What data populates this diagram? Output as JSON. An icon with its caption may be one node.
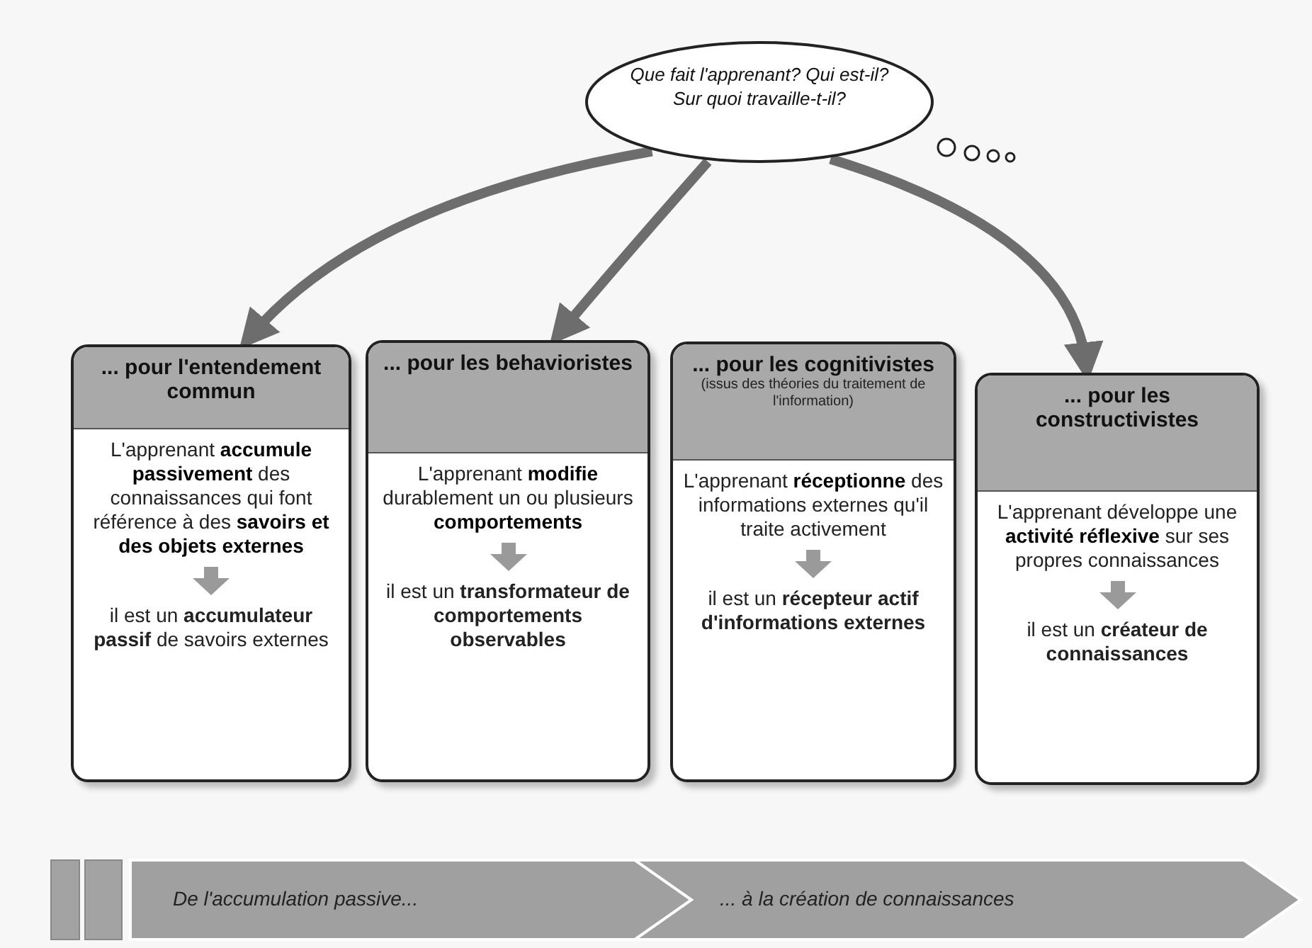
{
  "diagram": {
    "nodes": [
      {
        "text": [
          "Que fait l'apprenant? Qui est-il? Sur quoi travaille-t-il?"
        ]
      },
      {
        "text": [
          "... pour l'entendement commun",
          "L'apprenant **accumule passivement** des connaissances qui font référence à des **savoirs et des objets externes**",
          "il est un **accumulateur passif** de savoirs externes"
        ]
      },
      {
        "text": [
          "... pour les behavioristes",
          "L'apprenant **modifie** durablement un ou plusieurs **comportements**",
          "il est un **transformateur de comportements observables**"
        ]
      },
      {
        "text": [
          "... pour les cognitivistes",
          "(issus des théories du traitement de l'information)",
          "L'apprenant **réceptionne** des informations externes qu'il traite activement",
          "il est un **récepteur actif d'informations externes**"
        ]
      },
      {
        "text": [
          "... pour les constructivistes",
          "L'apprenant développe une **activité réflexive** sur ses propres connaissances",
          "il est un **créateur de connaissances**"
        ]
      },
      {
        "text": [
          "De l'accumulation passive..."
        ]
      },
      {
        "text": [
          "... à la création de connaissances"
        ]
      }
    ],
    "edges": [
      {
        "from": 0,
        "to": 1,
        "arrow": "to"
      },
      {
        "from": 0,
        "to": 2,
        "arrow": "to"
      },
      {
        "from": 0,
        "to": 4,
        "arrow": "to"
      }
    ]
  }
}
